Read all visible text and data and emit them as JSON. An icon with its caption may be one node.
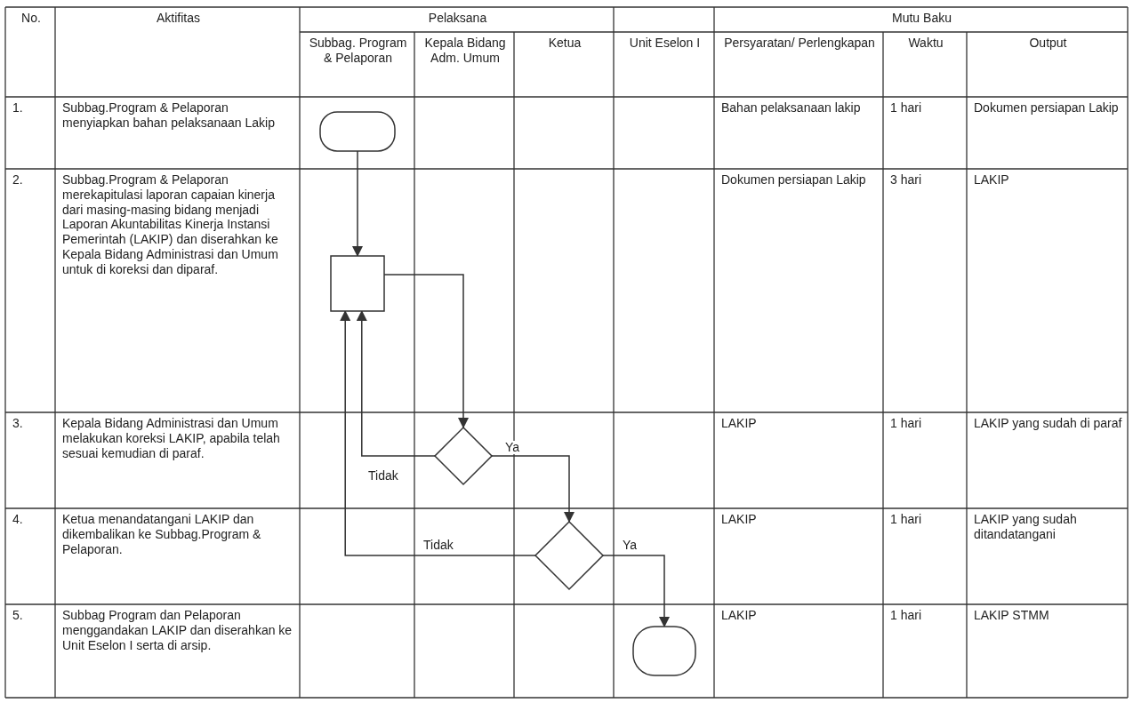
{
  "diagram": {
    "nodes": [
      {
        "text": [],
        "shape": "oval"
      },
      {
        "text": [],
        "shape": "box"
      },
      {
        "text": [],
        "shape": "diamond"
      },
      {
        "text": [],
        "shape": "diamond"
      },
      {
        "text": [],
        "shape": "oval"
      }
    ],
    "edges": [
      {
        "from": 0,
        "to": 1,
        "arrow": "to"
      },
      {
        "from": 1,
        "to": 2,
        "arrow": "to"
      },
      {
        "from": 2,
        "to": 1,
        "arrow": "to",
        "label": "Tidak"
      },
      {
        "from": 2,
        "to": 3,
        "arrow": "to",
        "label": "Ya"
      },
      {
        "from": 3,
        "to": 1,
        "arrow": "to",
        "label": "Tidak"
      },
      {
        "from": 3,
        "to": 4,
        "arrow": "to",
        "label": "Ya"
      }
    ],
    "labels": [
      "No.",
      "Aktifitas",
      "Pelaksana",
      "Mutu Baku",
      "Subbag. Program & Pelaporan",
      "Kepala Bidang Adm. Umum",
      "Ketua",
      "Unit Eselon I",
      "Persyaratan/ Perlengkapan",
      "Waktu",
      "Output",
      "1.",
      "Subbag.Program & Pelaporan menyiapkan bahan pelaksanaan Lakip",
      "Bahan pelaksanaan lakip",
      "1 hari",
      "Dokumen persiapan Lakip",
      "2.",
      "Subbag.Program & Pelaporan merekapitulasi laporan capaian kinerja dari masing-masing bidang menjadi Laporan Akuntabilitas Kinerja Instansi Pemerintah (LAKIP) dan diserahkan ke Kepala Bidang Administrasi dan Umum untuk di koreksi dan diparaf.",
      "Dokumen persiapan Lakip",
      "3 hari",
      "LAKIP",
      "3.",
      "Kepala Bidang Administrasi dan Umum melakukan koreksi LAKIP, apabila telah sesuai kemudian di paraf.",
      "LAKIP",
      "1 hari",
      "LAKIP yang sudah di paraf",
      "4.",
      "Ketua menandatangani LAKIP dan dikembalikan ke Subbag.Program & Pelaporan.",
      "LAKIP",
      "1 hari",
      "LAKIP yang sudah ditandatangani",
      "5.",
      "Subbag Program dan Pelaporan menggandakan LAKIP dan diserahkan ke Unit Eselon I serta di arsip.",
      "LAKIP",
      "1 hari",
      "LAKIP STMM"
    ]
  }
}
